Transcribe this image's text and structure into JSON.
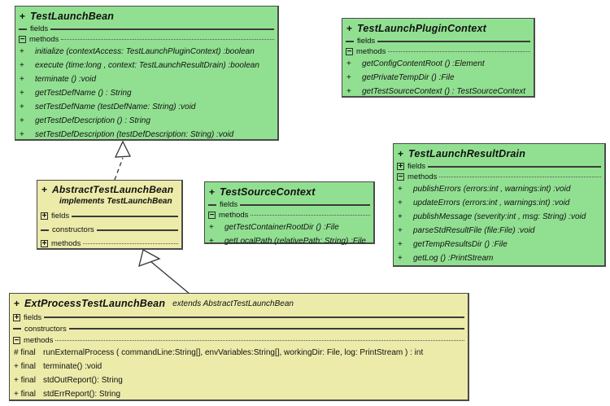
{
  "diagram": {
    "kind": "uml-class-diagram",
    "background": "#ffffff",
    "colors": {
      "interface_fill": "#91e091",
      "class_fill": "#ecebaa",
      "box_border": "#4a4a4a",
      "relation_line": "#333333"
    }
  },
  "icons": {
    "expand": "+",
    "collapse": "−"
  },
  "classes": {
    "testLaunchBean": {
      "vis": "+",
      "title": "TestLaunchBean",
      "fields_label": "fields",
      "methods_label": "methods",
      "methods": [
        {
          "vis": "+",
          "sig": "initialize (contextAccess: TestLaunchPluginContext) :boolean"
        },
        {
          "vis": "+",
          "sig": "execute (time:long , context: TestLaunchResultDrain) :boolean"
        },
        {
          "vis": "+",
          "sig": "terminate () :void"
        },
        {
          "vis": "+",
          "sig": "getTestDefName () : String"
        },
        {
          "vis": "+",
          "sig": "setTestDefName (testDefName: String) :void"
        },
        {
          "vis": "+",
          "sig": "getTestDefDescription () : String"
        },
        {
          "vis": "+",
          "sig": "setTestDefDescription (testDefDescription: String) :void"
        }
      ]
    },
    "testLaunchPluginContext": {
      "vis": "+",
      "title": "TestLaunchPluginContext",
      "fields_label": "fields",
      "methods_label": "methods",
      "methods": [
        {
          "vis": "+",
          "sig": "getConfigContentRoot () :Element"
        },
        {
          "vis": "+",
          "sig": "getPrivateTempDir () :File"
        },
        {
          "vis": "+",
          "sig": "getTestSourceContext () : TestSourceContext"
        }
      ]
    },
    "testLaunchResultDrain": {
      "vis": "+",
      "title": "TestLaunchResultDrain",
      "fields_label": "fields",
      "methods_label": "methods",
      "methods": [
        {
          "vis": "+",
          "sig": "publishErrors (errors:int , warnings:int) :void"
        },
        {
          "vis": "+",
          "sig": "updateErrors (errors:int , warnings:int) :void"
        },
        {
          "vis": "+",
          "sig": "publishMessage (severity:int , msg: String) :void"
        },
        {
          "vis": "+",
          "sig": "parseStdResultFile (file:File) :void"
        },
        {
          "vis": "+",
          "sig": "getTempResultsDir () :File"
        },
        {
          "vis": "+",
          "sig": "getLog () :PrintStream"
        }
      ]
    },
    "abstractTestLaunchBean": {
      "vis": "+",
      "title": "AbstractTestLaunchBean",
      "implements_text": "implements  TestLaunchBean",
      "fields_label": "fields",
      "constructors_label": "constructors",
      "methods_label": "methods"
    },
    "testSourceContext": {
      "vis": "+",
      "title": "TestSourceContext",
      "fields_label": "fields",
      "methods_label": "methods",
      "methods": [
        {
          "vis": "+",
          "sig": "getTestContainerRootDir () :File"
        },
        {
          "vis": "+",
          "sig": "getLocalPath (relativePath: String) :File"
        }
      ]
    },
    "extProcessTestLaunchBean": {
      "vis": "+",
      "title": "ExtProcessTestLaunchBean",
      "extends_text": "extends  AbstractTestLaunchBean",
      "fields_label": "fields",
      "constructors_label": "constructors",
      "methods_label": "methods",
      "methods": [
        {
          "vis": "# final",
          "sig": "runExternalProcess ( commandLine:String[],  envVariables:String[],  workingDir: File,  log: PrintStream ) : int"
        },
        {
          "vis": "+ final",
          "sig": "terminate() :void"
        },
        {
          "vis": "+ final",
          "sig": "stdOutReport(): String"
        },
        {
          "vis": "+ final",
          "sig": "stdErrReport(): String"
        }
      ]
    }
  },
  "relations": [
    {
      "type": "realization",
      "from": "AbstractTestLaunchBean",
      "to": "TestLaunchBean",
      "style": "dashed line, hollow triangle"
    },
    {
      "type": "generalization",
      "from": "ExtProcessTestLaunchBean",
      "to": "AbstractTestLaunchBean",
      "style": "solid line, hollow triangle"
    }
  ]
}
